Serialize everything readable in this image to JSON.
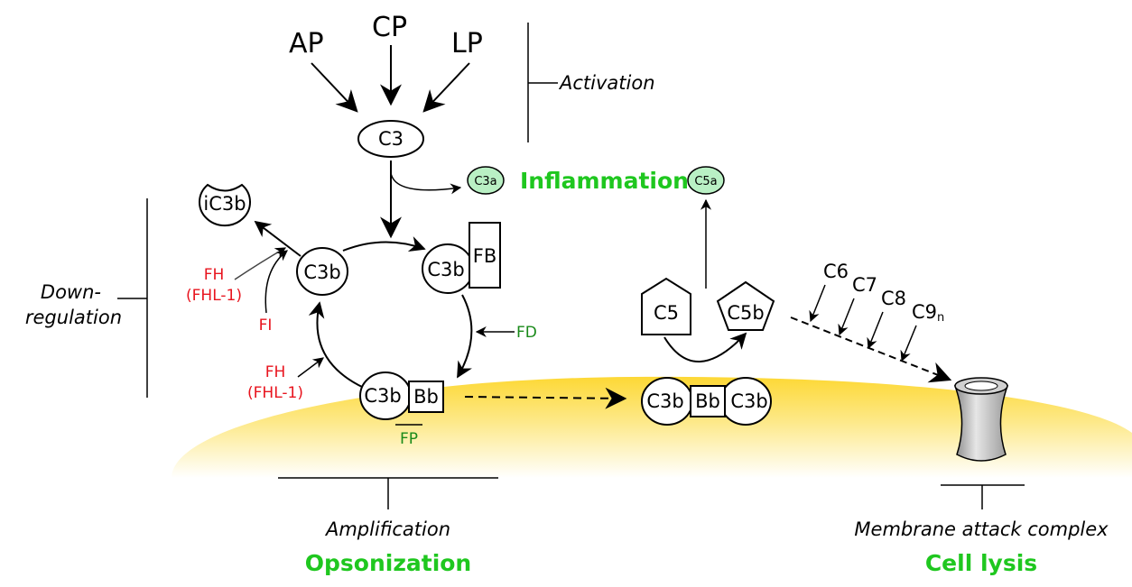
{
  "pathways": {
    "ap": "AP",
    "cp": "CP",
    "lp": "LP"
  },
  "molecules": {
    "c3": "C3",
    "c3a": "C3a",
    "c5a": "C5a",
    "ic3b": "iC3b",
    "c3b": "C3b",
    "fb": "FB",
    "bb": "Bb",
    "c5": "C5",
    "c5b": "C5b",
    "c6": "C6",
    "c7": "C7",
    "c8": "C8",
    "c9": "C9",
    "c9_sub": "n"
  },
  "regulators": {
    "fh": "FH",
    "fhl1": "(FHL-1)",
    "fi": "FI",
    "fd": "FD",
    "fp": "FP"
  },
  "labels": {
    "activation": "Activation",
    "down_regulation_1": "Down-",
    "down_regulation_2": "regulation",
    "inflammation": "Inflammation",
    "amplification": "Amplification",
    "opsonization": "Opsonization",
    "mac": "Membrane attack complex",
    "cell_lysis": "Cell lysis"
  },
  "colors": {
    "regulator_red": "#e8141e",
    "regulator_green": "#1a8a1a",
    "outcome_green": "#1fc71f",
    "anaphylatoxin_fill": "#b9f0c4",
    "membrane_yellow": "#fdd835"
  }
}
